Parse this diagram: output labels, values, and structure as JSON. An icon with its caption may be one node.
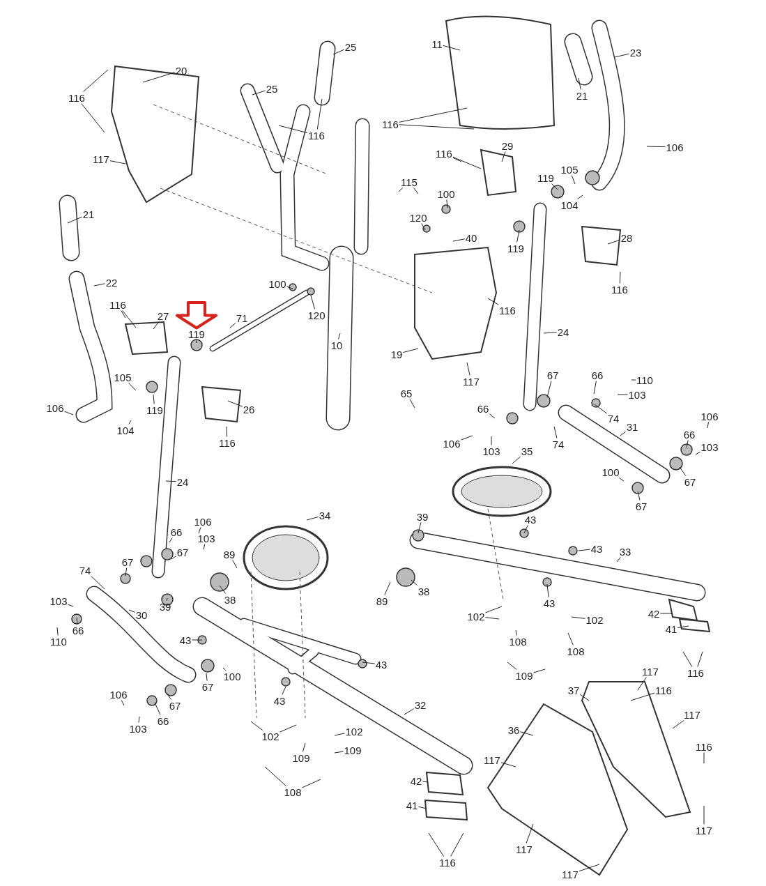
{
  "diagram": {
    "nodes": [
      {
        "text": [
          "20"
        ]
      },
      {
        "text": [
          "116"
        ]
      },
      {
        "text": [
          "25"
        ]
      },
      {
        "text": [
          "11"
        ]
      },
      {
        "text": [
          "23"
        ]
      },
      {
        "text": [
          "25"
        ]
      },
      {
        "text": [
          "116"
        ]
      },
      {
        "text": [
          "21"
        ]
      },
      {
        "text": [
          "116"
        ]
      },
      {
        "text": [
          "117"
        ]
      },
      {
        "text": [
          "116"
        ]
      },
      {
        "text": [
          "29"
        ]
      },
      {
        "text": [
          "106"
        ]
      },
      {
        "text": [
          "105"
        ]
      },
      {
        "text": [
          "119"
        ]
      },
      {
        "text": [
          "104"
        ]
      },
      {
        "text": [
          "115"
        ]
      },
      {
        "text": [
          "100"
        ]
      },
      {
        "text": [
          "120"
        ]
      },
      {
        "text": [
          "21"
        ]
      },
      {
        "text": [
          "40"
        ]
      },
      {
        "text": [
          "119"
        ]
      },
      {
        "text": [
          "28"
        ]
      },
      {
        "text": [
          "22"
        ]
      },
      {
        "text": [
          "100"
        ]
      },
      {
        "text": [
          "116"
        ]
      },
      {
        "text": [
          "27"
        ]
      },
      {
        "text": [
          "71"
        ]
      },
      {
        "text": [
          "120"
        ]
      },
      {
        "text": [
          "119"
        ]
      },
      {
        "text": [
          "116"
        ]
      },
      {
        "text": [
          "116"
        ]
      },
      {
        "text": [
          "10"
        ]
      },
      {
        "text": [
          "24"
        ]
      },
      {
        "text": [
          "19"
        ]
      },
      {
        "text": [
          "117"
        ]
      },
      {
        "text": [
          "105"
        ]
      },
      {
        "text": [
          "65"
        ]
      },
      {
        "text": [
          "66"
        ]
      },
      {
        "text": [
          "110"
        ]
      },
      {
        "text": [
          "103"
        ]
      },
      {
        "text": [
          "67"
        ]
      },
      {
        "text": [
          "74"
        ]
      },
      {
        "text": [
          "119"
        ]
      },
      {
        "text": [
          "104"
        ]
      },
      {
        "text": [
          "106"
        ]
      },
      {
        "text": [
          "26"
        ]
      },
      {
        "text": [
          "116"
        ]
      },
      {
        "text": [
          "66"
        ]
      },
      {
        "text": [
          "106"
        ]
      },
      {
        "text": [
          "103"
        ]
      },
      {
        "text": [
          "74"
        ]
      },
      {
        "text": [
          "31"
        ]
      },
      {
        "text": [
          "106"
        ]
      },
      {
        "text": [
          "66"
        ]
      },
      {
        "text": [
          "103"
        ]
      },
      {
        "text": [
          "35"
        ]
      },
      {
        "text": [
          "67"
        ]
      },
      {
        "text": [
          "100"
        ]
      },
      {
        "text": [
          "67"
        ]
      },
      {
        "text": [
          "24"
        ]
      },
      {
        "text": [
          "34"
        ]
      },
      {
        "text": [
          "43"
        ]
      },
      {
        "text": [
          "39"
        ]
      },
      {
        "text": [
          "106"
        ]
      },
      {
        "text": [
          "66"
        ]
      },
      {
        "text": [
          "103"
        ]
      },
      {
        "text": [
          "89"
        ]
      },
      {
        "text": [
          "67"
        ]
      },
      {
        "text": [
          "67"
        ]
      },
      {
        "text": [
          "74"
        ]
      },
      {
        "text": [
          "43"
        ]
      },
      {
        "text": [
          "33"
        ]
      },
      {
        "text": [
          "38"
        ]
      },
      {
        "text": [
          "39"
        ]
      },
      {
        "text": [
          "89"
        ]
      },
      {
        "text": [
          "38"
        ]
      },
      {
        "text": [
          "43"
        ]
      },
      {
        "text": [
          "103"
        ]
      },
      {
        "text": [
          "66"
        ]
      },
      {
        "text": [
          "110"
        ]
      },
      {
        "text": [
          "42"
        ]
      },
      {
        "text": [
          "102"
        ]
      },
      {
        "text": [
          "102"
        ]
      },
      {
        "text": [
          "41"
        ]
      },
      {
        "text": [
          "30"
        ]
      },
      {
        "text": [
          "108"
        ]
      },
      {
        "text": [
          "108"
        ]
      },
      {
        "text": [
          "43"
        ]
      },
      {
        "text": [
          "109"
        ]
      },
      {
        "text": [
          "116"
        ]
      },
      {
        "text": [
          "43"
        ]
      },
      {
        "text": [
          "100"
        ]
      },
      {
        "text": [
          "67"
        ]
      },
      {
        "text": [
          "117"
        ]
      },
      {
        "text": [
          "116"
        ]
      },
      {
        "text": [
          "37"
        ]
      },
      {
        "text": [
          "43"
        ]
      },
      {
        "text": [
          "106"
        ]
      },
      {
        "text": [
          "66"
        ]
      },
      {
        "text": [
          "67"
        ]
      },
      {
        "text": [
          "103"
        ]
      },
      {
        "text": [
          "117"
        ]
      },
      {
        "text": [
          "32"
        ]
      },
      {
        "text": [
          "102"
        ]
      },
      {
        "text": [
          "36"
        ]
      },
      {
        "text": [
          "102"
        ]
      },
      {
        "text": [
          "109"
        ]
      },
      {
        "text": [
          "109"
        ]
      },
      {
        "text": [
          "116"
        ]
      },
      {
        "text": [
          "117"
        ]
      },
      {
        "text": [
          "42"
        ]
      },
      {
        "text": [
          "108"
        ]
      },
      {
        "text": [
          "41"
        ]
      },
      {
        "text": [
          "117"
        ]
      },
      {
        "text": [
          "117"
        ]
      },
      {
        "text": [
          "116"
        ]
      },
      {
        "text": [
          "117"
        ]
      }
    ],
    "edges": [
      {
        "from": 0,
        "to": null,
        "arrow": "none"
      },
      {
        "from": 1,
        "to": null,
        "arrow": "none"
      },
      {
        "from": 1,
        "to": null,
        "arrow": "none"
      },
      {
        "from": 2,
        "to": null,
        "arrow": "none"
      },
      {
        "from": 3,
        "to": null,
        "arrow": "none"
      },
      {
        "from": 4,
        "to": null,
        "arrow": "none"
      },
      {
        "from": 5,
        "to": null,
        "arrow": "none"
      },
      {
        "from": 6,
        "to": null,
        "arrow": "none"
      },
      {
        "from": 6,
        "to": null,
        "arrow": "none"
      },
      {
        "from": 7,
        "to": null,
        "arrow": "none"
      },
      {
        "from": 8,
        "to": null,
        "arrow": "none"
      },
      {
        "from": 8,
        "to": null,
        "arrow": "none"
      },
      {
        "from": 9,
        "to": null,
        "arrow": "none"
      },
      {
        "from": 10,
        "to": null,
        "arrow": "none"
      },
      {
        "from": 10,
        "to": null,
        "arrow": "none"
      },
      {
        "from": 11,
        "to": null,
        "arrow": "none"
      },
      {
        "from": 12,
        "to": null,
        "arrow": "none"
      },
      {
        "from": 13,
        "to": null,
        "arrow": "none"
      },
      {
        "from": 14,
        "to": null,
        "arrow": "none"
      },
      {
        "from": 15,
        "to": null,
        "arrow": "none"
      },
      {
        "from": 16,
        "to": null,
        "arrow": "none"
      },
      {
        "from": 16,
        "to": null,
        "arrow": "none"
      },
      {
        "from": 17,
        "to": null,
        "arrow": "none"
      },
      {
        "from": 18,
        "to": null,
        "arrow": "none"
      },
      {
        "from": 19,
        "to": null,
        "arrow": "none"
      },
      {
        "from": 20,
        "to": null,
        "arrow": "none"
      },
      {
        "from": 21,
        "to": null,
        "arrow": "none"
      },
      {
        "from": 22,
        "to": null,
        "arrow": "none"
      },
      {
        "from": 23,
        "to": null,
        "arrow": "none"
      },
      {
        "from": 24,
        "to": null,
        "arrow": "none"
      },
      {
        "from": 25,
        "to": null,
        "arrow": "none"
      },
      {
        "from": 25,
        "to": null,
        "arrow": "none"
      },
      {
        "from": 26,
        "to": null,
        "arrow": "none"
      },
      {
        "from": 27,
        "to": null,
        "arrow": "none"
      },
      {
        "from": 28,
        "to": null,
        "arrow": "none"
      },
      {
        "from": 29,
        "to": null,
        "arrow": "none"
      },
      {
        "from": 30,
        "to": null,
        "arrow": "none"
      },
      {
        "from": 31,
        "to": null,
        "arrow": "none"
      },
      {
        "from": 32,
        "to": null,
        "arrow": "none"
      },
      {
        "from": 33,
        "to": null,
        "arrow": "none"
      },
      {
        "from": 34,
        "to": null,
        "arrow": "none"
      },
      {
        "from": 35,
        "to": null,
        "arrow": "none"
      },
      {
        "from": 36,
        "to": null,
        "arrow": "none"
      },
      {
        "from": 37,
        "to": null,
        "arrow": "none"
      },
      {
        "from": 38,
        "to": null,
        "arrow": "none"
      },
      {
        "from": 39,
        "to": null,
        "arrow": "none"
      },
      {
        "from": 40,
        "to": null,
        "arrow": "none"
      },
      {
        "from": 41,
        "to": null,
        "arrow": "none"
      },
      {
        "from": 42,
        "to": null,
        "arrow": "none"
      },
      {
        "from": 43,
        "to": null,
        "arrow": "none"
      },
      {
        "from": 44,
        "to": null,
        "arrow": "none"
      },
      {
        "from": 45,
        "to": null,
        "arrow": "none"
      },
      {
        "from": 46,
        "to": null,
        "arrow": "none"
      },
      {
        "from": 47,
        "to": null,
        "arrow": "none"
      },
      {
        "from": 48,
        "to": null,
        "arrow": "none"
      },
      {
        "from": 49,
        "to": null,
        "arrow": "none"
      },
      {
        "from": 50,
        "to": null,
        "arrow": "none"
      },
      {
        "from": 51,
        "to": null,
        "arrow": "none"
      },
      {
        "from": 52,
        "to": null,
        "arrow": "none"
      },
      {
        "from": 53,
        "to": null,
        "arrow": "none"
      },
      {
        "from": 54,
        "to": null,
        "arrow": "none"
      },
      {
        "from": 55,
        "to": null,
        "arrow": "none"
      },
      {
        "from": 56,
        "to": null,
        "arrow": "none"
      },
      {
        "from": 57,
        "to": null,
        "arrow": "none"
      },
      {
        "from": 58,
        "to": null,
        "arrow": "none"
      },
      {
        "from": 59,
        "to": null,
        "arrow": "none"
      },
      {
        "from": 60,
        "to": null,
        "arrow": "none"
      },
      {
        "from": 61,
        "to": null,
        "arrow": "none"
      },
      {
        "from": 62,
        "to": null,
        "arrow": "none"
      },
      {
        "from": 63,
        "to": null,
        "arrow": "none"
      },
      {
        "from": 64,
        "to": null,
        "arrow": "none"
      },
      {
        "from": 65,
        "to": null,
        "arrow": "none"
      },
      {
        "from": 66,
        "to": null,
        "arrow": "none"
      },
      {
        "from": 67,
        "to": null,
        "arrow": "none"
      },
      {
        "from": 68,
        "to": null,
        "arrow": "none"
      },
      {
        "from": 69,
        "to": null,
        "arrow": "none"
      },
      {
        "from": 70,
        "to": null,
        "arrow": "none"
      },
      {
        "from": 71,
        "to": null,
        "arrow": "none"
      },
      {
        "from": 72,
        "to": null,
        "arrow": "none"
      },
      {
        "from": 73,
        "to": null,
        "arrow": "none"
      },
      {
        "from": 74,
        "to": null,
        "arrow": "none"
      },
      {
        "from": 75,
        "to": null,
        "arrow": "none"
      },
      {
        "from": 76,
        "to": null,
        "arrow": "none"
      },
      {
        "from": 77,
        "to": null,
        "arrow": "none"
      },
      {
        "from": 78,
        "to": null,
        "arrow": "none"
      },
      {
        "from": 79,
        "to": null,
        "arrow": "none"
      },
      {
        "from": 80,
        "to": null,
        "arrow": "none"
      },
      {
        "from": 81,
        "to": null,
        "arrow": "none"
      },
      {
        "from": 82,
        "to": null,
        "arrow": "none"
      },
      {
        "from": 82,
        "to": null,
        "arrow": "none"
      },
      {
        "from": 83,
        "to": null,
        "arrow": "none"
      },
      {
        "from": 84,
        "to": null,
        "arrow": "none"
      },
      {
        "from": 85,
        "to": null,
        "arrow": "none"
      },
      {
        "from": 86,
        "to": null,
        "arrow": "none"
      },
      {
        "from": 87,
        "to": null,
        "arrow": "none"
      },
      {
        "from": 88,
        "to": null,
        "arrow": "none"
      },
      {
        "from": 89,
        "to": null,
        "arrow": "none"
      },
      {
        "from": 89,
        "to": null,
        "arrow": "none"
      },
      {
        "from": 90,
        "to": null,
        "arrow": "none"
      },
      {
        "from": 90,
        "to": null,
        "arrow": "none"
      },
      {
        "from": 91,
        "to": null,
        "arrow": "none"
      },
      {
        "from": 92,
        "to": null,
        "arrow": "none"
      },
      {
        "from": 93,
        "to": null,
        "arrow": "none"
      },
      {
        "from": 94,
        "to": null,
        "arrow": "none"
      },
      {
        "from": 95,
        "to": null,
        "arrow": "none"
      },
      {
        "from": 96,
        "to": null,
        "arrow": "none"
      },
      {
        "from": 97,
        "to": null,
        "arrow": "none"
      },
      {
        "from": 98,
        "to": null,
        "arrow": "none"
      },
      {
        "from": 99,
        "to": null,
        "arrow": "none"
      },
      {
        "from": 100,
        "to": null,
        "arrow": "none"
      },
      {
        "from": 101,
        "to": null,
        "arrow": "none"
      },
      {
        "from": 102,
        "to": null,
        "arrow": "none"
      },
      {
        "from": 103,
        "to": null,
        "arrow": "none"
      },
      {
        "from": 104,
        "to": null,
        "arrow": "none"
      },
      {
        "from": 104,
        "to": null,
        "arrow": "none"
      },
      {
        "from": 105,
        "to": null,
        "arrow": "none"
      },
      {
        "from": 106,
        "to": null,
        "arrow": "none"
      },
      {
        "from": 107,
        "to": null,
        "arrow": "none"
      },
      {
        "from": 108,
        "to": null,
        "arrow": "none"
      },
      {
        "from": 109,
        "to": null,
        "arrow": "none"
      },
      {
        "from": 110,
        "to": null,
        "arrow": "none"
      },
      {
        "from": 111,
        "to": null,
        "arrow": "none"
      },
      {
        "from": 112,
        "to": null,
        "arrow": "none"
      },
      {
        "from": 112,
        "to": null,
        "arrow": "none"
      },
      {
        "from": 113,
        "to": null,
        "arrow": "none"
      },
      {
        "from": 114,
        "to": null,
        "arrow": "none"
      },
      {
        "from": 115,
        "to": null,
        "arrow": "none"
      },
      {
        "from": 116,
        "to": null,
        "arrow": "none"
      },
      {
        "from": 116,
        "to": null,
        "arrow": "none"
      },
      {
        "from": 117,
        "to": null,
        "arrow": "none"
      },
      {
        "from": null,
        "to": 29,
        "arrow": "to",
        "style": "thick",
        "color": "#d9211b"
      }
    ]
  }
}
